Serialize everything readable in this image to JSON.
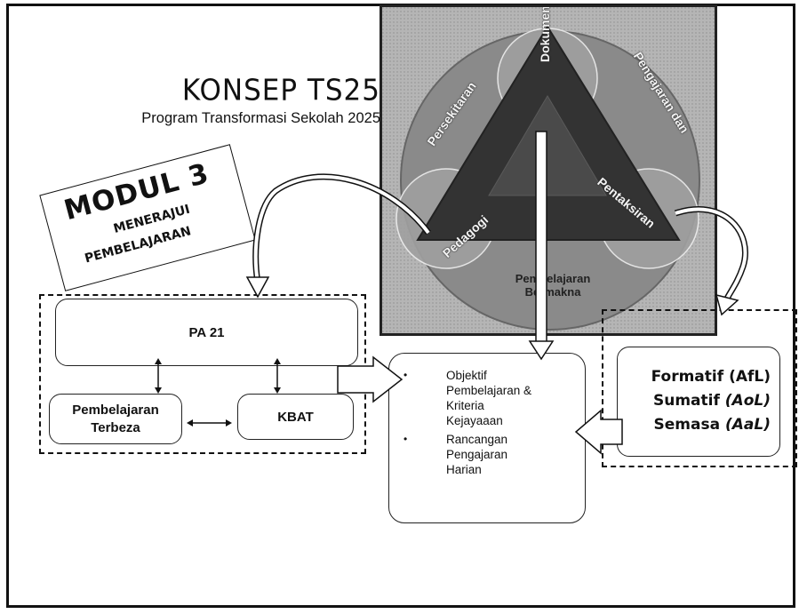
{
  "header": {
    "title": "KONSEP TS25",
    "subtitle": "Program Transformasi Sekolah 2025"
  },
  "module_card": {
    "title": "MODUL 3",
    "line1": "MENERAJUI",
    "line2": "PEMBELAJARAN"
  },
  "triangle": {
    "top": "Dokumen Standard",
    "upper_left": "Persekitaran",
    "upper_right": "Pengajaran dan",
    "left": "Pedagogi",
    "right": "Pentaksiran",
    "bottom_line1": "Pembelajaran",
    "bottom_line2": "Bermakna"
  },
  "left_group": {
    "pa21": "PA 21",
    "pembelajaran_line1": "Pembelajaran",
    "pembelajaran_line2": "Terbeza",
    "kbat": "KBAT"
  },
  "objectives": {
    "bullet": "•",
    "item1": [
      "Objektif",
      "Pembelajaran &",
      "Kriteria",
      "Kejayaaan"
    ],
    "item2": [
      "Rancangan",
      "Pengajaran",
      "Harian"
    ]
  },
  "assessment": {
    "formatif": "Formatif",
    "formatif_tag": "(AfL)",
    "sumatif": "Sumatif",
    "sumatif_tag": "(AoL)",
    "semasa": "Semasa",
    "semasa_tag": "(AaL)"
  },
  "colors": {
    "triangle": "#3a3a3a",
    "circle": "#8a8a8a",
    "photo_bg": "#b9b9b9"
  }
}
